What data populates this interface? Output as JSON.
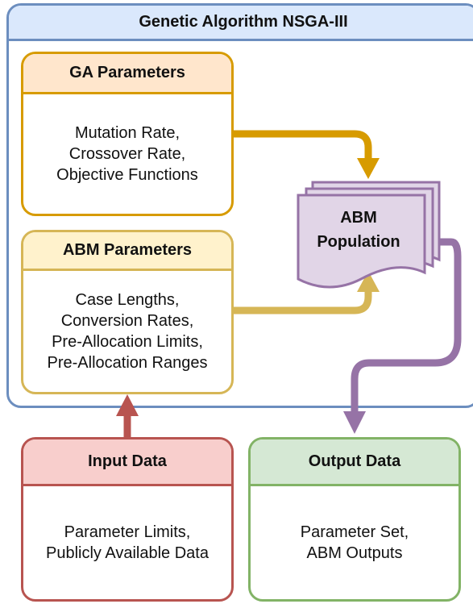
{
  "outer": {
    "title": "Genetic Algorithm NSGA-III"
  },
  "ga_parameters": {
    "title": "GA Parameters",
    "lines": [
      "Mutation Rate,",
      "Crossover Rate,",
      "Objective Functions"
    ]
  },
  "abm_parameters": {
    "title": "ABM Parameters",
    "lines": [
      "Case Lengths,",
      "Conversion Rates,",
      "Pre-Allocation Limits,",
      "Pre-Allocation Ranges"
    ]
  },
  "abm_population": {
    "lines": [
      "ABM",
      "Population"
    ]
  },
  "input_data": {
    "title": "Input Data",
    "lines": [
      "Parameter Limits,",
      "Publicly Available Data"
    ]
  },
  "output_data": {
    "title": "Output Data",
    "lines": [
      "Parameter Set,",
      "ABM Outputs"
    ]
  },
  "colors": {
    "outer": "#6c8ebf",
    "ga": "#d79b00",
    "abm": "#d6b656",
    "input": "#b85450",
    "output": "#82b366",
    "population": "#9673a6"
  }
}
